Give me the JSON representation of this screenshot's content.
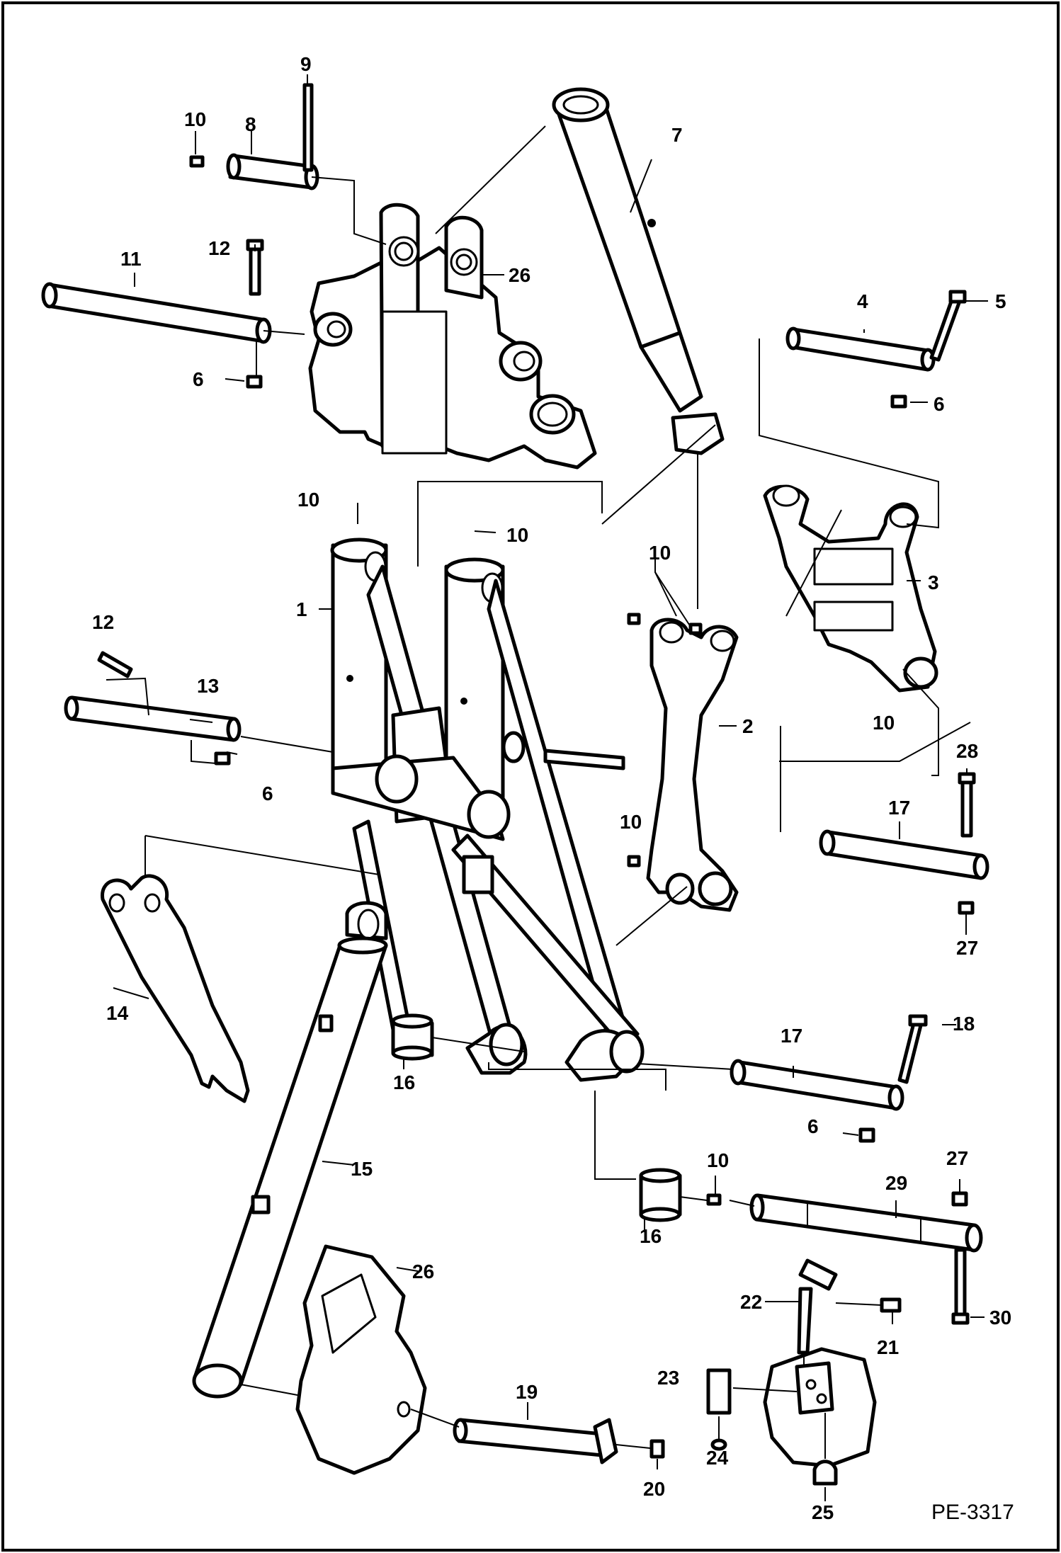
{
  "diagram": {
    "reference_code": "PE-3317",
    "callouts": [
      "1",
      "2",
      "3",
      "4",
      "5",
      "6",
      "7",
      "8",
      "9",
      "10",
      "11",
      "12",
      "13",
      "14",
      "15",
      "16",
      "17",
      "18",
      "19",
      "20",
      "21",
      "22",
      "23",
      "24",
      "25",
      "26",
      "27",
      "28",
      "29",
      "30"
    ]
  }
}
